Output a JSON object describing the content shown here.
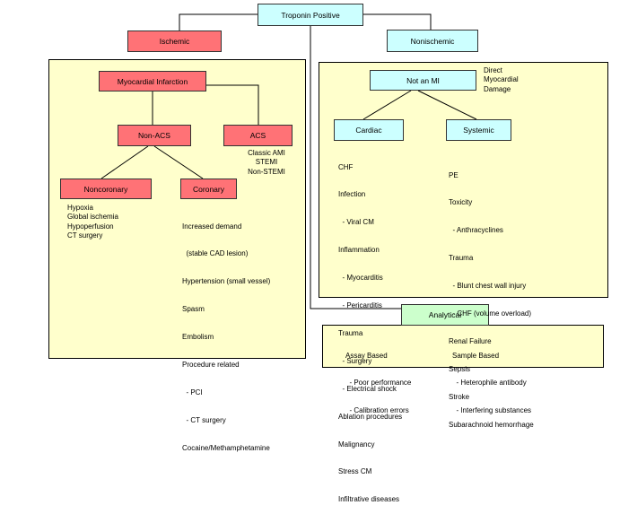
{
  "root": "Troponin Positive",
  "ischemic": {
    "title": "Ischemic",
    "mi": "Myocardial Infarction",
    "non_acs": "Non-ACS",
    "acs": "ACS",
    "acs_list": [
      "Classic AMI",
      "STEMI",
      "Non-STEMI"
    ],
    "noncoronary": {
      "title": "Noncoronary",
      "items": [
        "Hypoxia",
        "Global ischemia",
        "Hypoperfusion",
        "CT surgery"
      ]
    },
    "coronary": {
      "title": "Coronary",
      "items": [
        "Increased demand",
        "  (stable CAD lesion)",
        "Hypertension (small vessel)",
        "Spasm",
        "Embolism",
        "Procedure related",
        "  - PCI",
        "  - CT surgery",
        "Cocaine/Methamphetamine"
      ]
    }
  },
  "nonischemic": {
    "title": "Nonischemic",
    "not_mi": "Not an MI",
    "direct": [
      "Direct",
      "Myocardial",
      "Damage"
    ],
    "cardiac": {
      "title": "Cardiac",
      "items": [
        "CHF",
        "Infection",
        "  - Viral CM",
        "Inflammation",
        "  - Myocarditis",
        "  - Pericarditis",
        "Trauma",
        "  - Surgery",
        "  - Electrical shock",
        "Ablation procedures",
        "Malignancy",
        "Stress CM",
        "Infiltrative diseases"
      ]
    },
    "systemic": {
      "title": "Systemic",
      "items": [
        "PE",
        "Toxicity",
        "  - Anthracyclines",
        "Trauma",
        "  - Blunt chest wall injury",
        "  - CHF (volume overload)",
        "Renal Failure",
        "Sepsis",
        "Stroke",
        "Subarachnoid hemorrhage"
      ]
    }
  },
  "analytical": {
    "title": "Analytical",
    "assay": {
      "title": "Assay Based",
      "items": [
        "  - Poor performance",
        "  - Calibration errors"
      ]
    },
    "sample": {
      "title": "Sample Based",
      "items": [
        "  - Heterophile antibody",
        "  - Interfering substances"
      ]
    }
  },
  "colors": {
    "red": "#ff7276",
    "cyan": "#ccffff",
    "green": "#ccffcc",
    "panel": "#ffffcc"
  }
}
